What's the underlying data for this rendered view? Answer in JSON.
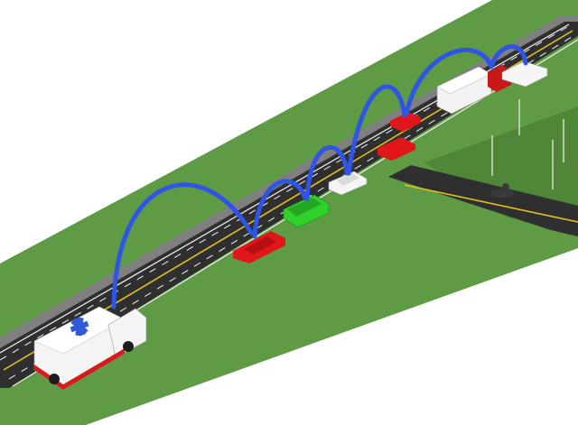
{
  "scene": {
    "colors": {
      "background": "#ffffff",
      "grass": "#5f9a45",
      "grass_dark": "#4f8638",
      "road": "#2f2f2f",
      "shoulder": "#7f7f7f",
      "center_line": "#e0c21a",
      "edge_line": "#f2f2f2",
      "arc": "#2f55e6",
      "ambulance_body": "#f4f4f4",
      "ambulance_stripe": "#d41c1c",
      "star_of_life": "#2f5ad8",
      "car_red": "#e0161a",
      "car_green": "#2fd12a",
      "car_white": "#f5f5f5",
      "truck_trailer": "#f2f2f2",
      "truck_cab": "#c81818",
      "motorcycle": "#3a3a3a"
    },
    "vehicles": [
      {
        "name": "ambulance",
        "type": "ambulance"
      },
      {
        "name": "red-car-1",
        "type": "sedan"
      },
      {
        "name": "green-car",
        "type": "hatchback"
      },
      {
        "name": "white-car-1",
        "type": "sedan"
      },
      {
        "name": "red-car-2",
        "type": "sedan"
      },
      {
        "name": "red-car-3",
        "type": "sedan"
      },
      {
        "name": "truck",
        "type": "semi-truck"
      },
      {
        "name": "white-car-2",
        "type": "sedan"
      },
      {
        "name": "motorcycle",
        "type": "motorcycle"
      }
    ],
    "links": 6
  }
}
